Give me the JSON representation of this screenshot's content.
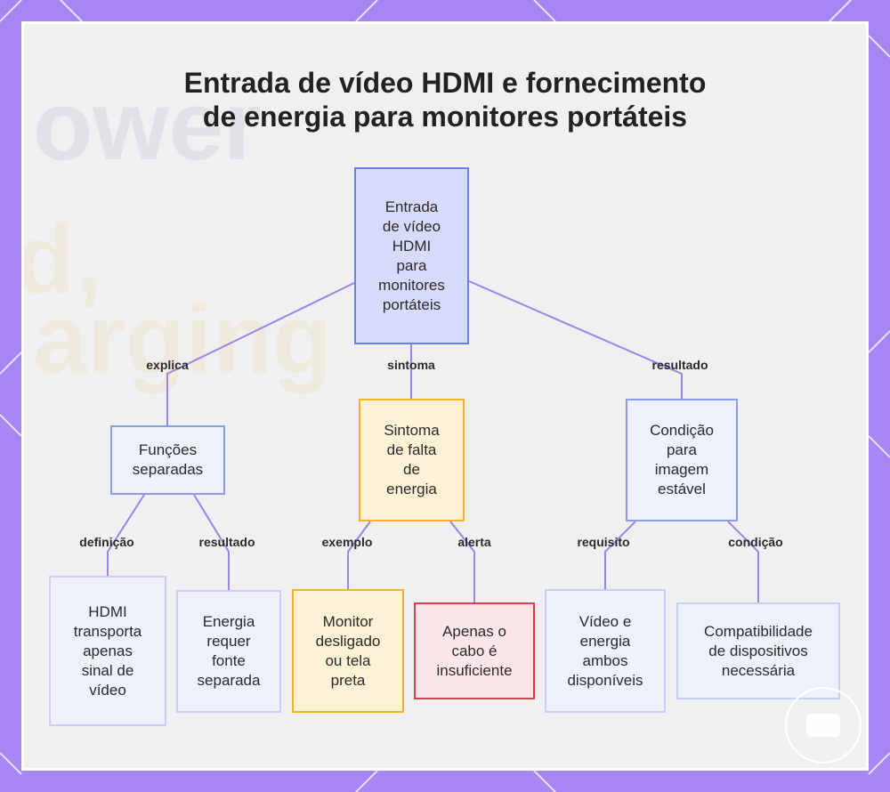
{
  "title": {
    "line1": "Entrada de vídeo HDMI e fornecimento",
    "line2": "de energia para monitores portáteis"
  },
  "nodes": {
    "root": [
      "Entrada",
      "de vídeo",
      "HDMI",
      "para",
      "monitores",
      "portáteis"
    ],
    "funcoes": [
      "Funções",
      "separadas"
    ],
    "sintoma": [
      "Sintoma",
      "de falta",
      "de",
      "energia"
    ],
    "condicao": [
      "Condição",
      "para",
      "imagem",
      "estável"
    ],
    "hdmi_sinal": [
      "HDMI",
      "transporta",
      "apenas",
      "sinal de",
      "vídeo"
    ],
    "energia_fonte": [
      "Energia",
      "requer",
      "fonte",
      "separada"
    ],
    "monitor_desligado": [
      "Monitor",
      "desligado",
      "ou tela",
      "preta"
    ],
    "cabo": [
      "Apenas o",
      "cabo é",
      "insuficiente"
    ],
    "video_energia": [
      "Vídeo e",
      "energia",
      "ambos",
      "disponíveis"
    ],
    "compatibilidade": [
      "Compatibilidade",
      "de dispositivos",
      "necessária"
    ]
  },
  "links": {
    "explica": "explica",
    "sintoma": "sintoma",
    "resultado_root": "resultado",
    "definicao": "definição",
    "resultado_funcoes": "resultado",
    "exemplo": "exemplo",
    "alerta": "alerta",
    "requisito": "requisito",
    "condicao": "condição"
  },
  "colors": {
    "frame": "#a586f2",
    "connector": "#9b86e8",
    "root_fill": "#d7dbfb",
    "warning_fill": "#fdf2d6",
    "alert_fill": "#fde6ea"
  },
  "icons": {
    "logo": "chat-bubble-icon"
  }
}
